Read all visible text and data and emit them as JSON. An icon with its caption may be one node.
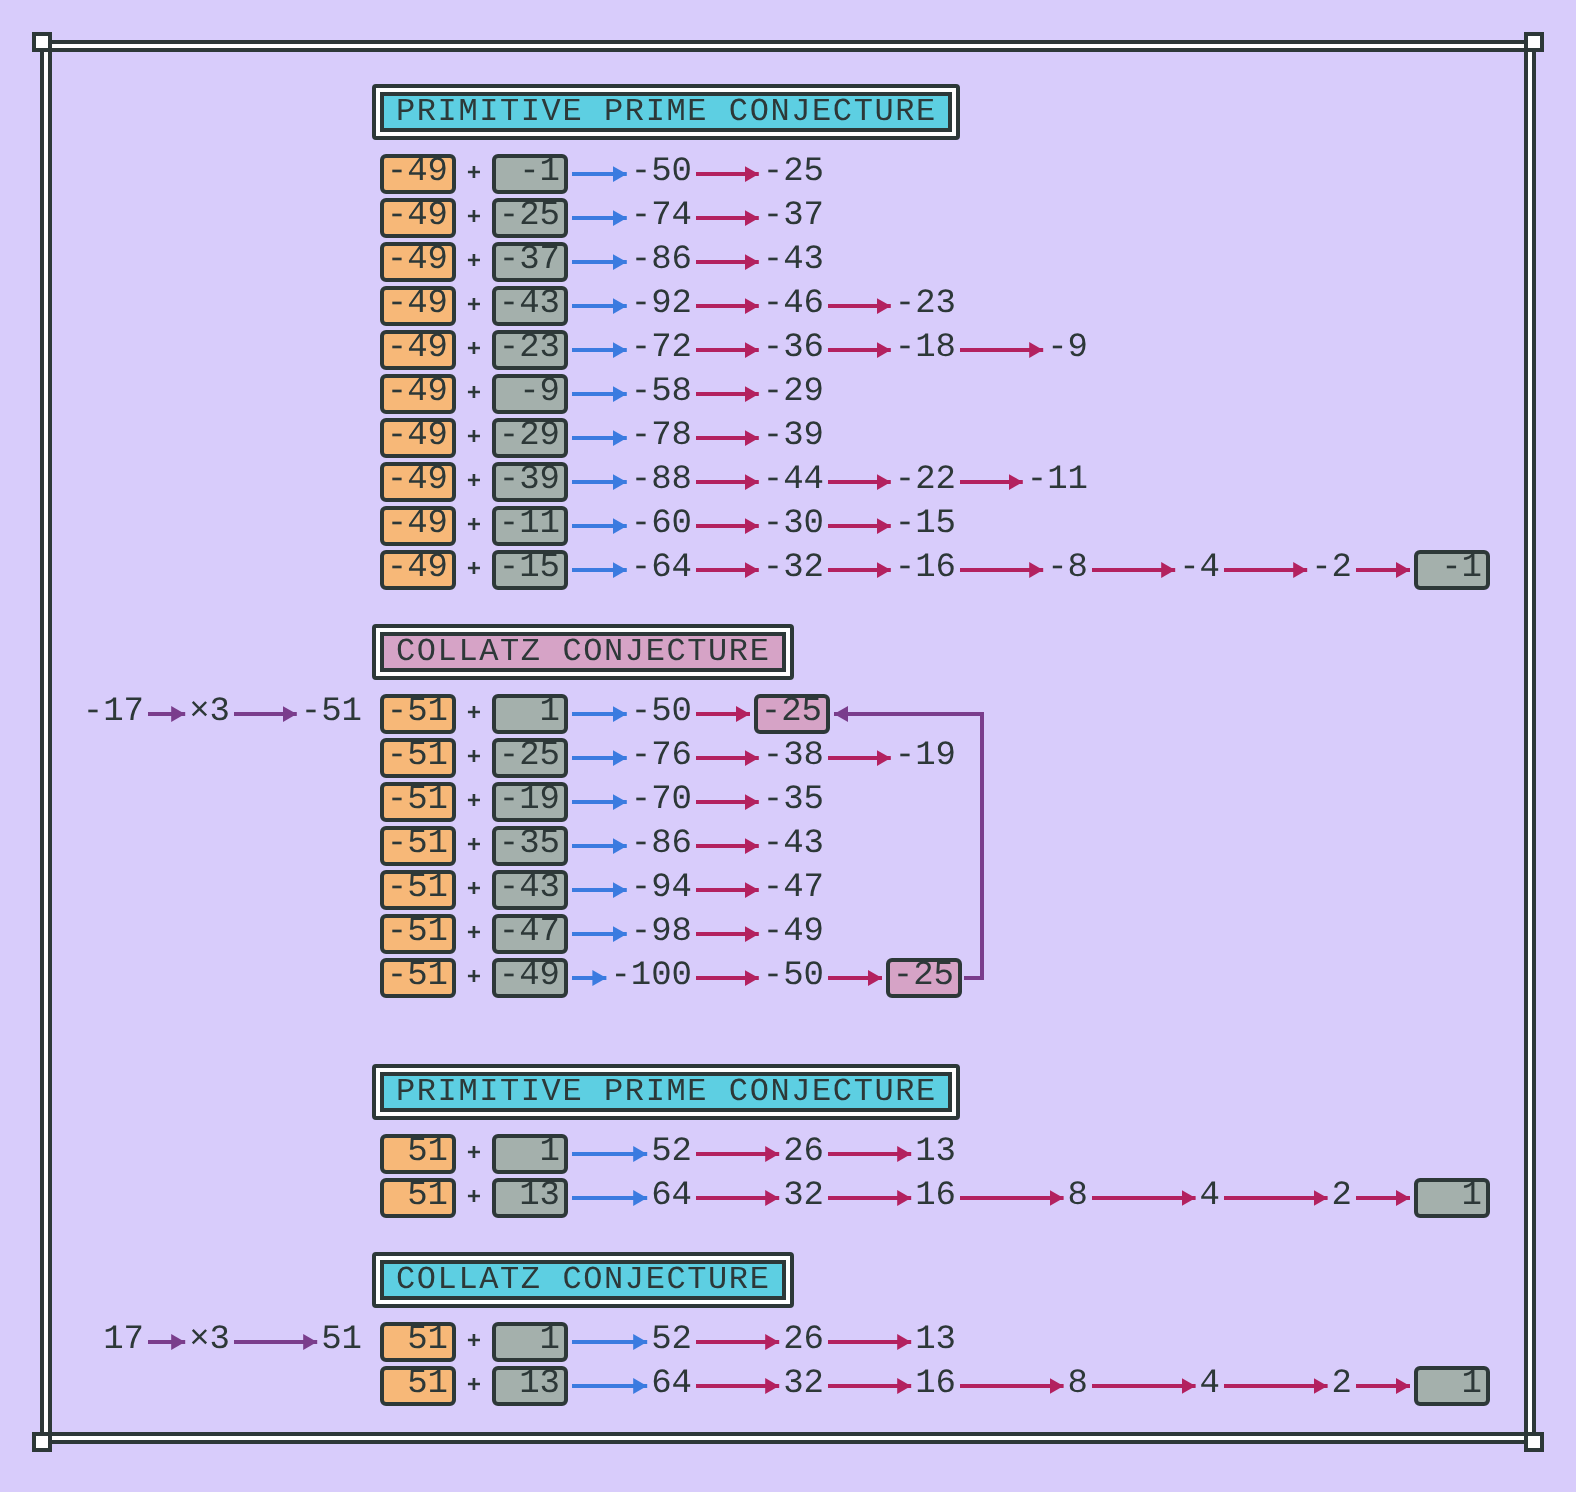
{
  "diagram": {
    "nodes": [
      {
        "text": [
          "PRIMITIVE PRIME CONJECTURE"
        ]
      },
      {
        "text": [
          "-49"
        ]
      },
      {
        "text": [
          "-1"
        ]
      },
      {
        "text": [
          "-50"
        ]
      },
      {
        "text": [
          "-25"
        ]
      },
      {
        "text": [
          "-49"
        ]
      },
      {
        "text": [
          "-25"
        ]
      },
      {
        "text": [
          "-74"
        ]
      },
      {
        "text": [
          "-37"
        ]
      },
      {
        "text": [
          "-49"
        ]
      },
      {
        "text": [
          "-37"
        ]
      },
      {
        "text": [
          "-86"
        ]
      },
      {
        "text": [
          "-43"
        ]
      },
      {
        "text": [
          "-49"
        ]
      },
      {
        "text": [
          "-43"
        ]
      },
      {
        "text": [
          "-92"
        ]
      },
      {
        "text": [
          "-46"
        ]
      },
      {
        "text": [
          "-23"
        ]
      },
      {
        "text": [
          "-49"
        ]
      },
      {
        "text": [
          "-23"
        ]
      },
      {
        "text": [
          "-72"
        ]
      },
      {
        "text": [
          "-36"
        ]
      },
      {
        "text": [
          "-18"
        ]
      },
      {
        "text": [
          "-9"
        ]
      },
      {
        "text": [
          "-49"
        ]
      },
      {
        "text": [
          "-9"
        ]
      },
      {
        "text": [
          "-58"
        ]
      },
      {
        "text": [
          "-29"
        ]
      },
      {
        "text": [
          "-49"
        ]
      },
      {
        "text": [
          "-29"
        ]
      },
      {
        "text": [
          "-78"
        ]
      },
      {
        "text": [
          "-39"
        ]
      },
      {
        "text": [
          "-49"
        ]
      },
      {
        "text": [
          "-39"
        ]
      },
      {
        "text": [
          "-88"
        ]
      },
      {
        "text": [
          "-44"
        ]
      },
      {
        "text": [
          "-22"
        ]
      },
      {
        "text": [
          "-11"
        ]
      },
      {
        "text": [
          "-49"
        ]
      },
      {
        "text": [
          "-11"
        ]
      },
      {
        "text": [
          "-60"
        ]
      },
      {
        "text": [
          "-30"
        ]
      },
      {
        "text": [
          "-15"
        ]
      },
      {
        "text": [
          "-49"
        ]
      },
      {
        "text": [
          "-15"
        ]
      },
      {
        "text": [
          "-64"
        ]
      },
      {
        "text": [
          "-32"
        ]
      },
      {
        "text": [
          "-16"
        ]
      },
      {
        "text": [
          "-8"
        ]
      },
      {
        "text": [
          "-4"
        ]
      },
      {
        "text": [
          "-2"
        ]
      },
      {
        "text": [
          "-1"
        ]
      },
      {
        "text": [
          "COLLATZ CONJECTURE"
        ]
      },
      {
        "text": [
          "-17"
        ]
      },
      {
        "text": [
          "×3"
        ]
      },
      {
        "text": [
          "-51"
        ]
      },
      {
        "text": [
          "-51"
        ]
      },
      {
        "text": [
          "1"
        ]
      },
      {
        "text": [
          "-50"
        ]
      },
      {
        "text": [
          "-25"
        ]
      },
      {
        "text": [
          "-51"
        ]
      },
      {
        "text": [
          "-25"
        ]
      },
      {
        "text": [
          "-76"
        ]
      },
      {
        "text": [
          "-38"
        ]
      },
      {
        "text": [
          "-19"
        ]
      },
      {
        "text": [
          "-51"
        ]
      },
      {
        "text": [
          "-19"
        ]
      },
      {
        "text": [
          "-70"
        ]
      },
      {
        "text": [
          "-35"
        ]
      },
      {
        "text": [
          "-51"
        ]
      },
      {
        "text": [
          "-35"
        ]
      },
      {
        "text": [
          "-86"
        ]
      },
      {
        "text": [
          "-43"
        ]
      },
      {
        "text": [
          "-51"
        ]
      },
      {
        "text": [
          "-43"
        ]
      },
      {
        "text": [
          "-94"
        ]
      },
      {
        "text": [
          "-47"
        ]
      },
      {
        "text": [
          "-51"
        ]
      },
      {
        "text": [
          "-47"
        ]
      },
      {
        "text": [
          "-98"
        ]
      },
      {
        "text": [
          "-49"
        ]
      },
      {
        "text": [
          "-51"
        ]
      },
      {
        "text": [
          "-49"
        ]
      },
      {
        "text": [
          "-100"
        ]
      },
      {
        "text": [
          "-50"
        ]
      },
      {
        "text": [
          "-25"
        ]
      },
      {
        "text": [
          "PRIMITIVE PRIME CONJECTURE"
        ]
      },
      {
        "text": [
          "51"
        ]
      },
      {
        "text": [
          "1"
        ]
      },
      {
        "text": [
          "52"
        ]
      },
      {
        "text": [
          "26"
        ]
      },
      {
        "text": [
          "13"
        ]
      },
      {
        "text": [
          "51"
        ]
      },
      {
        "text": [
          "13"
        ]
      },
      {
        "text": [
          "64"
        ]
      },
      {
        "text": [
          "32"
        ]
      },
      {
        "text": [
          "16"
        ]
      },
      {
        "text": [
          "8"
        ]
      },
      {
        "text": [
          "4"
        ]
      },
      {
        "text": [
          "2"
        ]
      },
      {
        "text": [
          "1"
        ]
      },
      {
        "text": [
          "COLLATZ CONJECTURE"
        ]
      },
      {
        "text": [
          "17"
        ]
      },
      {
        "text": [
          "×3"
        ]
      },
      {
        "text": [
          "51"
        ]
      },
      {
        "text": [
          "51"
        ]
      },
      {
        "text": [
          "1"
        ]
      },
      {
        "text": [
          "52"
        ]
      },
      {
        "text": [
          "26"
        ]
      },
      {
        "text": [
          "13"
        ]
      },
      {
        "text": [
          "51"
        ]
      },
      {
        "text": [
          "13"
        ]
      },
      {
        "text": [
          "64"
        ]
      },
      {
        "text": [
          "32"
        ]
      },
      {
        "text": [
          "16"
        ]
      },
      {
        "text": [
          "8"
        ]
      },
      {
        "text": [
          "4"
        ]
      },
      {
        "text": [
          "2"
        ]
      },
      {
        "text": [
          "1"
        ]
      }
    ],
    "edges": [
      {
        "from": 2,
        "to": 3,
        "arrow": "to",
        "color": "#3b7be0"
      },
      {
        "from": 3,
        "to": 4,
        "arrow": "to"
      },
      {
        "from": 6,
        "to": 7,
        "arrow": "to",
        "color": "#3b7be0"
      },
      {
        "from": 7,
        "to": 8,
        "arrow": "to"
      },
      {
        "from": 10,
        "to": 11,
        "arrow": "to",
        "color": "#3b7be0"
      },
      {
        "from": 11,
        "to": 12,
        "arrow": "to"
      },
      {
        "from": 14,
        "to": 15,
        "arrow": "to",
        "color": "#3b7be0"
      },
      {
        "from": 15,
        "to": 16,
        "arrow": "to"
      },
      {
        "from": 16,
        "to": 17,
        "arrow": "to"
      },
      {
        "from": 19,
        "to": 20,
        "arrow": "to",
        "color": "#3b7be0"
      },
      {
        "from": 20,
        "to": 21,
        "arrow": "to"
      },
      {
        "from": 21,
        "to": 22,
        "arrow": "to"
      },
      {
        "from": 22,
        "to": 23,
        "arrow": "to"
      },
      {
        "from": 25,
        "to": 26,
        "arrow": "to",
        "color": "#3b7be0"
      },
      {
        "from": 26,
        "to": 27,
        "arrow": "to"
      },
      {
        "from": 29,
        "to": 30,
        "arrow": "to",
        "color": "#3b7be0"
      },
      {
        "from": 30,
        "to": 31,
        "arrow": "to"
      },
      {
        "from": 33,
        "to": 34,
        "arrow": "to",
        "color": "#3b7be0"
      },
      {
        "from": 34,
        "to": 35,
        "arrow": "to"
      },
      {
        "from": 35,
        "to": 36,
        "arrow": "to"
      },
      {
        "from": 36,
        "to": 37,
        "arrow": "to"
      },
      {
        "from": 39,
        "to": 40,
        "arrow": "to",
        "color": "#3b7be0"
      },
      {
        "from": 40,
        "to": 41,
        "arrow": "to"
      },
      {
        "from": 41,
        "to": 42,
        "arrow": "to"
      },
      {
        "from": 44,
        "to": 45,
        "arrow": "to",
        "color": "#3b7be0"
      },
      {
        "from": 45,
        "to": 46,
        "arrow": "to"
      },
      {
        "from": 46,
        "to": 47,
        "arrow": "to"
      },
      {
        "from": 47,
        "to": 48,
        "arrow": "to"
      },
      {
        "from": 48,
        "to": 49,
        "arrow": "to"
      },
      {
        "from": 49,
        "to": 50,
        "arrow": "to"
      },
      {
        "from": 50,
        "to": 51,
        "arrow": "to"
      },
      {
        "from": 53,
        "to": 54,
        "arrow": "to",
        "color": "#7a3d8c"
      },
      {
        "from": 54,
        "to": 55,
        "arrow": "to",
        "color": "#7a3d8c"
      },
      {
        "from": 57,
        "to": 58,
        "arrow": "to",
        "color": "#3b7be0"
      },
      {
        "from": 58,
        "to": 59,
        "arrow": "to"
      },
      {
        "from": 61,
        "to": 62,
        "arrow": "to",
        "color": "#3b7be0"
      },
      {
        "from": 62,
        "to": 63,
        "arrow": "to"
      },
      {
        "from": 63,
        "to": 64,
        "arrow": "to"
      },
      {
        "from": 66,
        "to": 67,
        "arrow": "to",
        "color": "#3b7be0"
      },
      {
        "from": 67,
        "to": 68,
        "arrow": "to"
      },
      {
        "from": 70,
        "to": 71,
        "arrow": "to",
        "color": "#3b7be0"
      },
      {
        "from": 71,
        "to": 72,
        "arrow": "to"
      },
      {
        "from": 74,
        "to": 75,
        "arrow": "to",
        "color": "#3b7be0"
      },
      {
        "from": 75,
        "to": 76,
        "arrow": "to"
      },
      {
        "from": 78,
        "to": 79,
        "arrow": "to",
        "color": "#3b7be0"
      },
      {
        "from": 79,
        "to": 80,
        "arrow": "to"
      },
      {
        "from": 82,
        "to": 83,
        "arrow": "to",
        "color": "#3b7be0"
      },
      {
        "from": 83,
        "to": 84,
        "arrow": "to"
      },
      {
        "from": 84,
        "to": 85,
        "arrow": "to"
      },
      {
        "from": 85,
        "to": 59,
        "arrow": "to",
        "color": "#7a3d8c"
      },
      {
        "from": 88,
        "to": 89,
        "arrow": "to",
        "color": "#3b7be0"
      },
      {
        "from": 89,
        "to": 90,
        "arrow": "to"
      },
      {
        "from": 90,
        "to": 91,
        "arrow": "to"
      },
      {
        "from": 93,
        "to": 94,
        "arrow": "to",
        "color": "#3b7be0"
      },
      {
        "from": 94,
        "to": 95,
        "arrow": "to"
      },
      {
        "from": 95,
        "to": 96,
        "arrow": "to"
      },
      {
        "from": 96,
        "to": 97,
        "arrow": "to"
      },
      {
        "from": 97,
        "to": 98,
        "arrow": "to"
      },
      {
        "from": 98,
        "to": 99,
        "arrow": "to"
      },
      {
        "from": 99,
        "to": 100,
        "arrow": "to"
      },
      {
        "from": 102,
        "to": 103,
        "arrow": "to",
        "color": "#7a3d8c"
      },
      {
        "from": 103,
        "to": 104,
        "arrow": "to",
        "color": "#7a3d8c"
      },
      {
        "from": 106,
        "to": 107,
        "arrow": "to",
        "color": "#3b7be0"
      },
      {
        "from": 107,
        "to": 108,
        "arrow": "to"
      },
      {
        "from": 108,
        "to": 109,
        "arrow": "to"
      },
      {
        "from": 111,
        "to": 112,
        "arrow": "to",
        "color": "#3b7be0"
      },
      {
        "from": 112,
        "to": 113,
        "arrow": "to"
      },
      {
        "from": 113,
        "to": 114,
        "arrow": "to"
      },
      {
        "from": 114,
        "to": 115,
        "arrow": "to"
      },
      {
        "from": 115,
        "to": 116,
        "arrow": "to"
      },
      {
        "from": 116,
        "to": 117,
        "arrow": "to"
      },
      {
        "from": 117,
        "to": 118,
        "arrow": "to"
      }
    ],
    "labels": [
      "+",
      "+",
      "+",
      "+",
      "+",
      "+",
      "+",
      "+",
      "+",
      "+",
      "+",
      "+",
      "+",
      "+",
      "+",
      "+",
      "+",
      "+",
      "+",
      "+",
      "+"
    ]
  }
}
